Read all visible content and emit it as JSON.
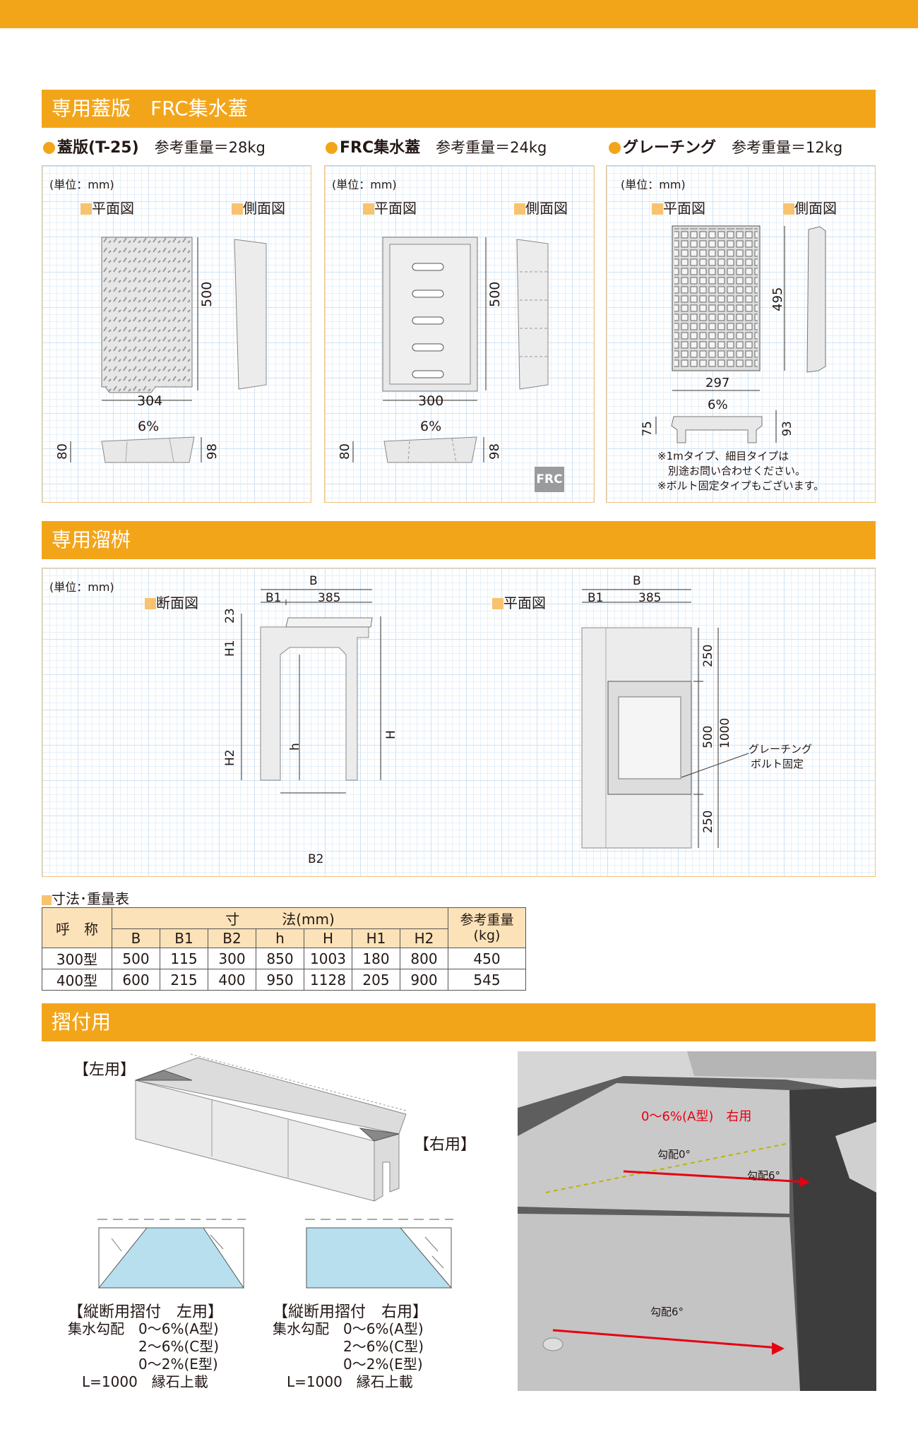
{
  "sections": {
    "s1": "専用蓋版　FRC集水蓋",
    "s2": "専用溜桝",
    "s3": "摺付用"
  },
  "items": [
    {
      "name": "蓋版(T-25)",
      "weight": "参考重量＝28kg"
    },
    {
      "name": "FRC集水蓋",
      "weight": "参考重量＝24kg"
    },
    {
      "name": "グレーチング",
      "weight": "参考重量＝12kg"
    }
  ],
  "unit": "(単位：mm)",
  "views": {
    "plan": "平面図",
    "side": "側面図",
    "section": "断面図"
  },
  "panel1": {
    "d500": "500",
    "d304": "304",
    "slope": "6%",
    "d80": "80",
    "d98": "98"
  },
  "panel2": {
    "d500": "500",
    "d300": "300",
    "slope": "6%",
    "d80": "80",
    "d98": "98",
    "badge": "FRC"
  },
  "panel3": {
    "d495": "495",
    "d297": "297",
    "slope": "6%",
    "d75": "75",
    "d93": "93",
    "notes": [
      "※1mタイプ、細目タイプは",
      "　別途お問い合わせください。",
      "※ボルト固定タイプもございます。"
    ]
  },
  "basin": {
    "B": "B",
    "B1": "B1",
    "d385": "385",
    "d23": "23",
    "H1": "H1",
    "H2": "H2",
    "h": "h",
    "H": "H",
    "B2": "B2",
    "d250a": "250",
    "d500": "500",
    "d1000": "1000",
    "d250b": "250",
    "grating_label": "グレーチング",
    "bolt_label": "ボルト固定"
  },
  "table": {
    "caption": "寸法･重量表",
    "name_header": "呼　称",
    "dim_header": "寸　　　法(mm)",
    "weight_header": "参考重量(kg)",
    "cols": [
      "B",
      "B1",
      "B2",
      "h",
      "H",
      "H1",
      "H2"
    ],
    "rows": [
      {
        "name": "300型",
        "values": [
          "500",
          "115",
          "300",
          "850",
          "1003",
          "180",
          "800"
        ],
        "weight": "450"
      },
      {
        "name": "400型",
        "values": [
          "600",
          "215",
          "400",
          "950",
          "1128",
          "205",
          "900"
        ],
        "weight": "545"
      }
    ]
  },
  "fitting": {
    "left_label": "【左用】",
    "right_label": "【右用】",
    "left_caption": "【縦断用摺付　左用】",
    "right_caption": "【縦断用摺付　右用】",
    "spec_text": "集水勾配　0～6%(A型)\n　　　　　2～6%(C型)\n　　　　　0～2%(E型)\n　L=1000　縁石上載"
  },
  "photo": {
    "label_top": "0～6%(A型)　右用",
    "slope0": "勾配0°",
    "slope6a": "勾配6°",
    "slope6b": "勾配6°"
  }
}
